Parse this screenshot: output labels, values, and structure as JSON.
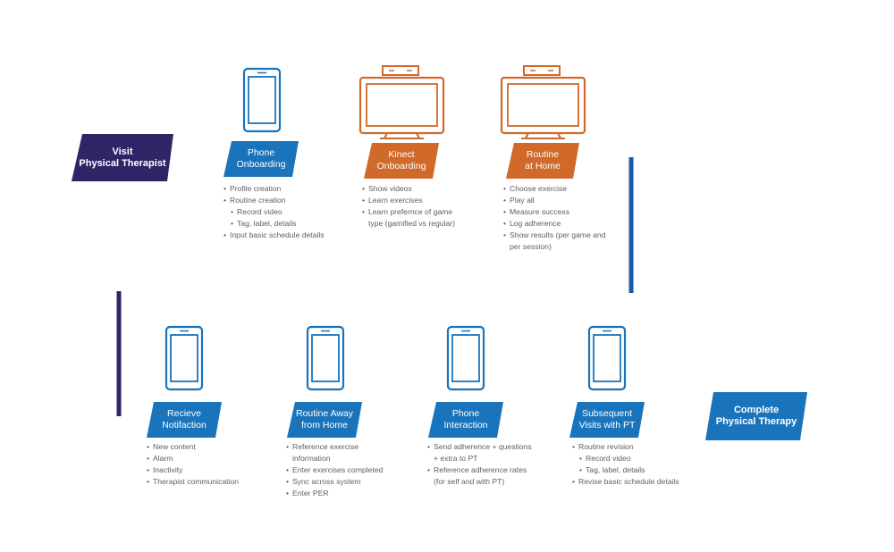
{
  "colors": {
    "dark": "#2d2566",
    "blue": "#1a74bc",
    "orange": "#d0692a",
    "text": "#5a5f66"
  },
  "steps": {
    "visit": {
      "label": "Visit\nPhysical Therapist",
      "color": "dark",
      "icon": "none"
    },
    "phone_onboarding": {
      "label": "Phone\nOnboarding",
      "color": "blue",
      "icon": "phone-icon",
      "bullets": [
        {
          "text": "Profile creation"
        },
        {
          "text": "Routine creation"
        },
        {
          "text": "Record video",
          "sub": true
        },
        {
          "text": "Tag, label, details",
          "sub": true
        },
        {
          "text": "Input basic schedule details"
        }
      ]
    },
    "kinect_onboarding": {
      "label": "Kinect\nOnboarding",
      "color": "orange",
      "icon": "kinect-tv-icon",
      "bullets": [
        {
          "text": "Show videos"
        },
        {
          "text": "Learn exercises"
        },
        {
          "text": "Learn prefernce of game\ntype (gamified vs regular)"
        }
      ]
    },
    "routine_home": {
      "label": "Routine\nat Home",
      "color": "orange",
      "icon": "kinect-tv-icon",
      "bullets": [
        {
          "text": "Choose exercise"
        },
        {
          "text": "Play all"
        },
        {
          "text": "Measure success"
        },
        {
          "text": "Log adherence"
        },
        {
          "text": "Show results (per game and\nper session)"
        }
      ]
    },
    "receive_notification": {
      "label": "Recieve\nNotifaction",
      "color": "blue",
      "icon": "phone-icon",
      "bullets": [
        {
          "text": "New content"
        },
        {
          "text": "Alarm"
        },
        {
          "text": "Inactivity"
        },
        {
          "text": "Therapist communication"
        }
      ]
    },
    "routine_away": {
      "label": "Routine Away\nfrom Home",
      "color": "blue",
      "icon": "phone-icon",
      "bullets": [
        {
          "text": "Reference exercise\ninformation"
        },
        {
          "text": "Enter exercises completed"
        },
        {
          "text": "Sync across system"
        },
        {
          "text": "Enter PER"
        }
      ]
    },
    "phone_interaction": {
      "label": "Phone\nInteraction",
      "color": "blue",
      "icon": "phone-icon",
      "bullets": [
        {
          "text": "Send adherence + questions\n+ extra to PT"
        },
        {
          "text": "Reference adherence rates\n(for self and with PT)"
        }
      ]
    },
    "subsequent_visits": {
      "label": "Subsequent\nVisits with PT",
      "color": "blue",
      "icon": "phone-icon",
      "bullets": [
        {
          "text": "Routine revision"
        },
        {
          "text": "Record video",
          "sub": true
        },
        {
          "text": "Tag, label, details",
          "sub": true
        },
        {
          "text": "Revise basic schedule details"
        }
      ]
    },
    "complete": {
      "label": "Complete\nPhysical Therapy",
      "color": "blue",
      "icon": "none"
    }
  }
}
